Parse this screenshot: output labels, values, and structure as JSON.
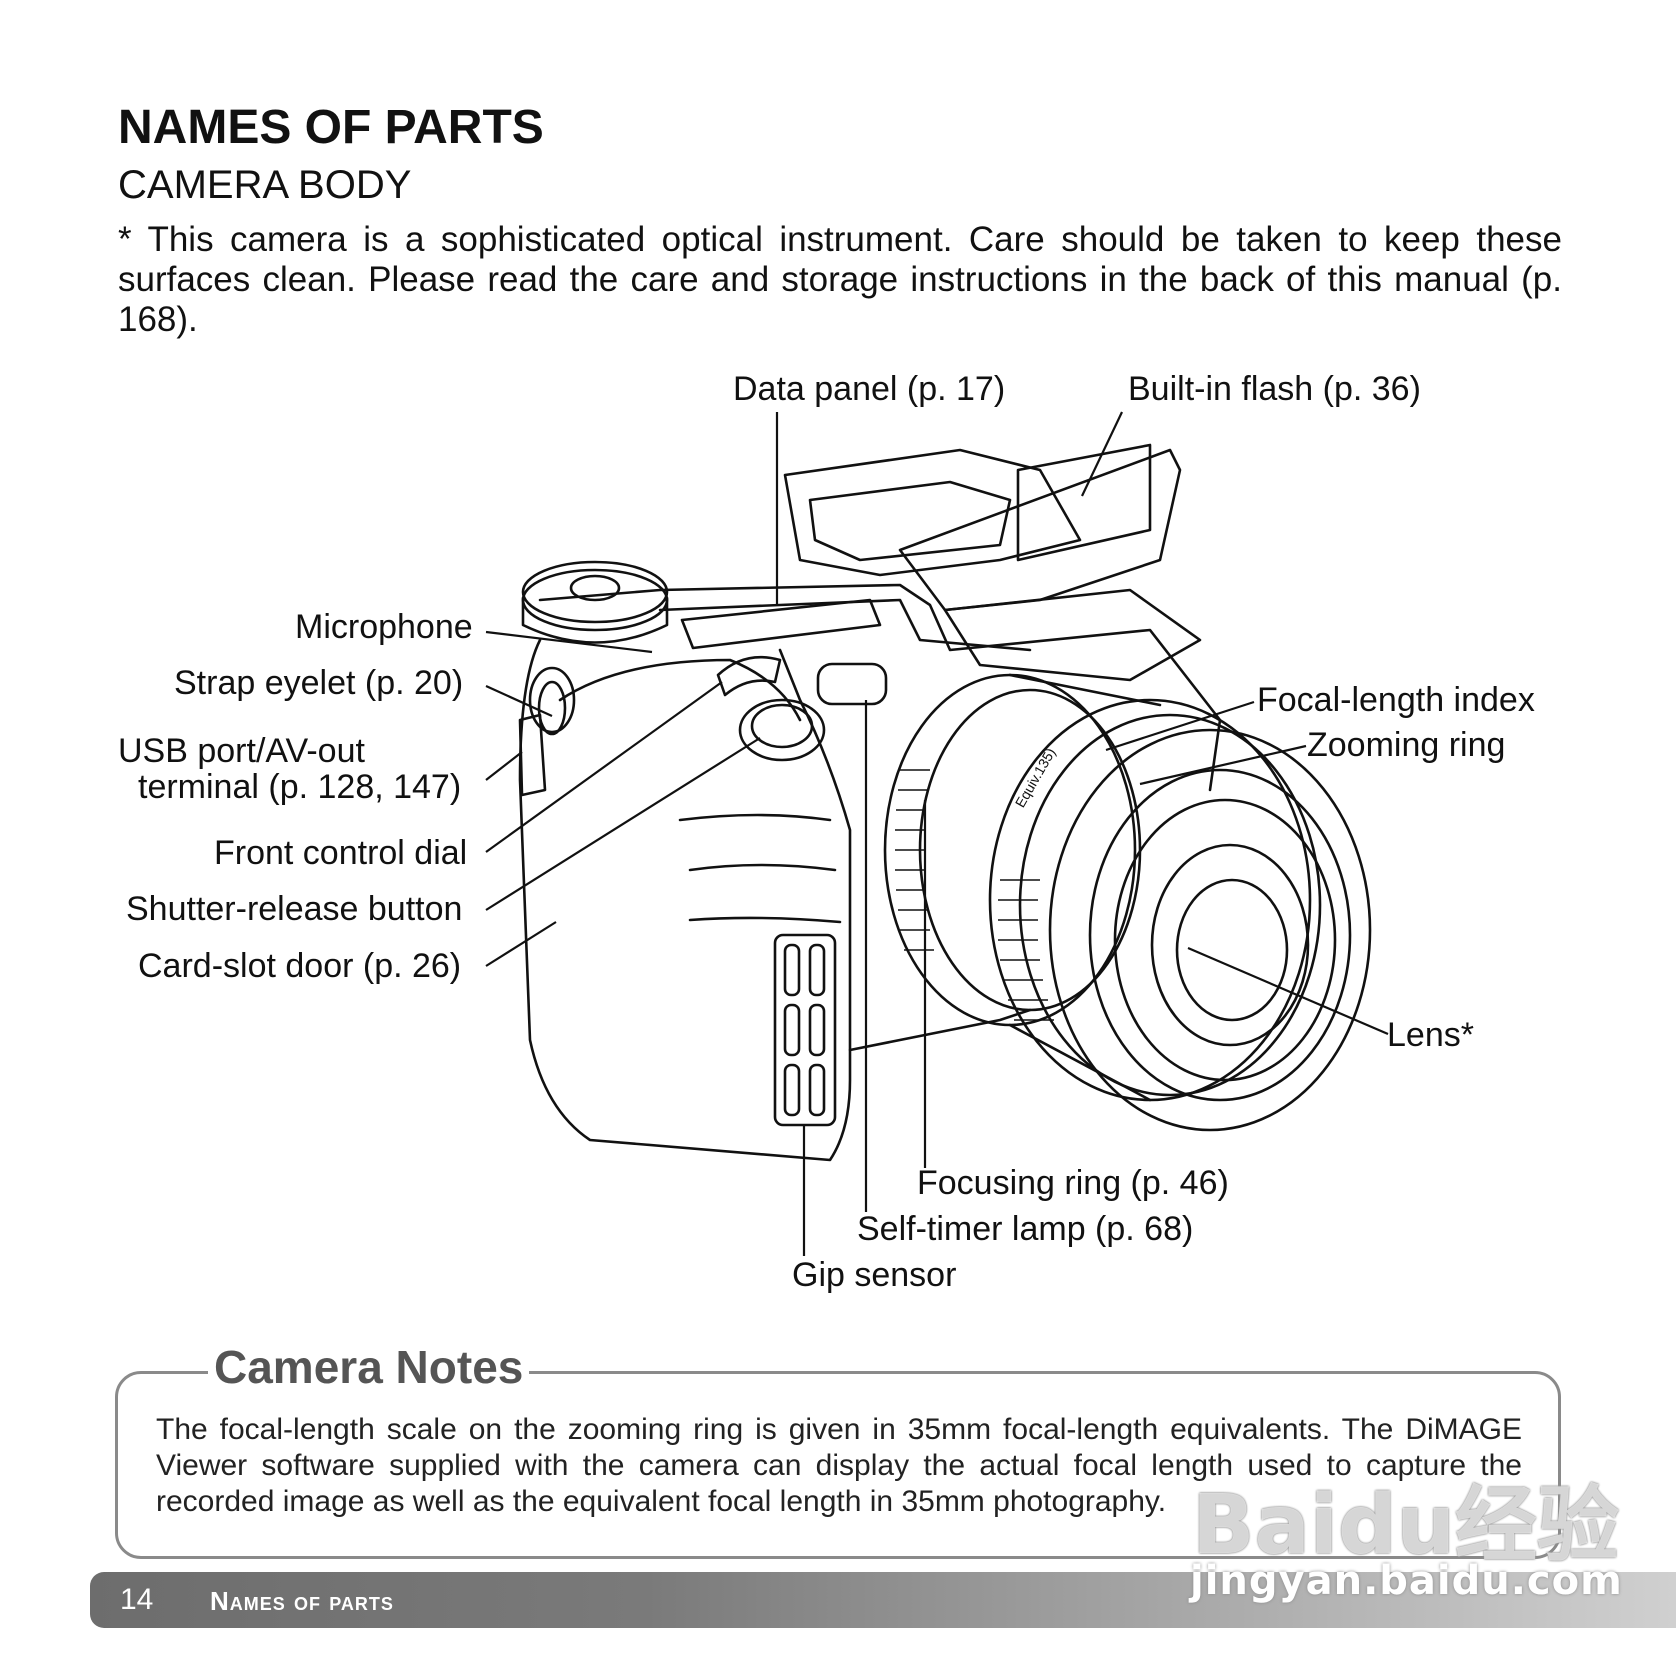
{
  "header": {
    "title": "NAMES OF PARTS",
    "subtitle": "CAMERA BODY",
    "intro": "* This camera is a sophisticated optical instrument. Care should be taken to keep these surfaces clean. Please read the care and storage instructions in the back of this manual (p. 168)."
  },
  "labels": {
    "data_panel": "Data panel (p. 17)",
    "built_in_flash": "Built-in flash (p. 36)",
    "microphone": "Microphone",
    "strap_eyelet": "Strap eyelet (p. 20)",
    "usb_line1": "USB port/AV-out",
    "usb_line2": "terminal (p. 128, 147)",
    "front_control_dial": "Front control dial",
    "shutter_release": "Shutter-release button",
    "card_slot": "Card-slot door (p. 26)",
    "focal_length_index": "Focal-length index",
    "zooming_ring": "Zooming ring",
    "lens": "Lens*",
    "focusing_ring": "Focusing ring (p. 46)",
    "self_timer": "Self-timer lamp (p. 68)",
    "grip_sensor": "Gip sensor",
    "lens_marking": "Equiv.135)"
  },
  "notes": {
    "title": "Camera Notes",
    "text": "The focal-length scale on the zooming ring is given in 35mm focal-length equivalents. The DiMAGE Viewer software supplied with the camera can display the actual focal length used to capture the recorded image as well as the equivalent focal length in 35mm photography."
  },
  "footer": {
    "page_number": "14",
    "section": "Names of parts"
  },
  "watermark": {
    "logo": "Baidu经验",
    "url": "jingyan.baidu.com"
  }
}
